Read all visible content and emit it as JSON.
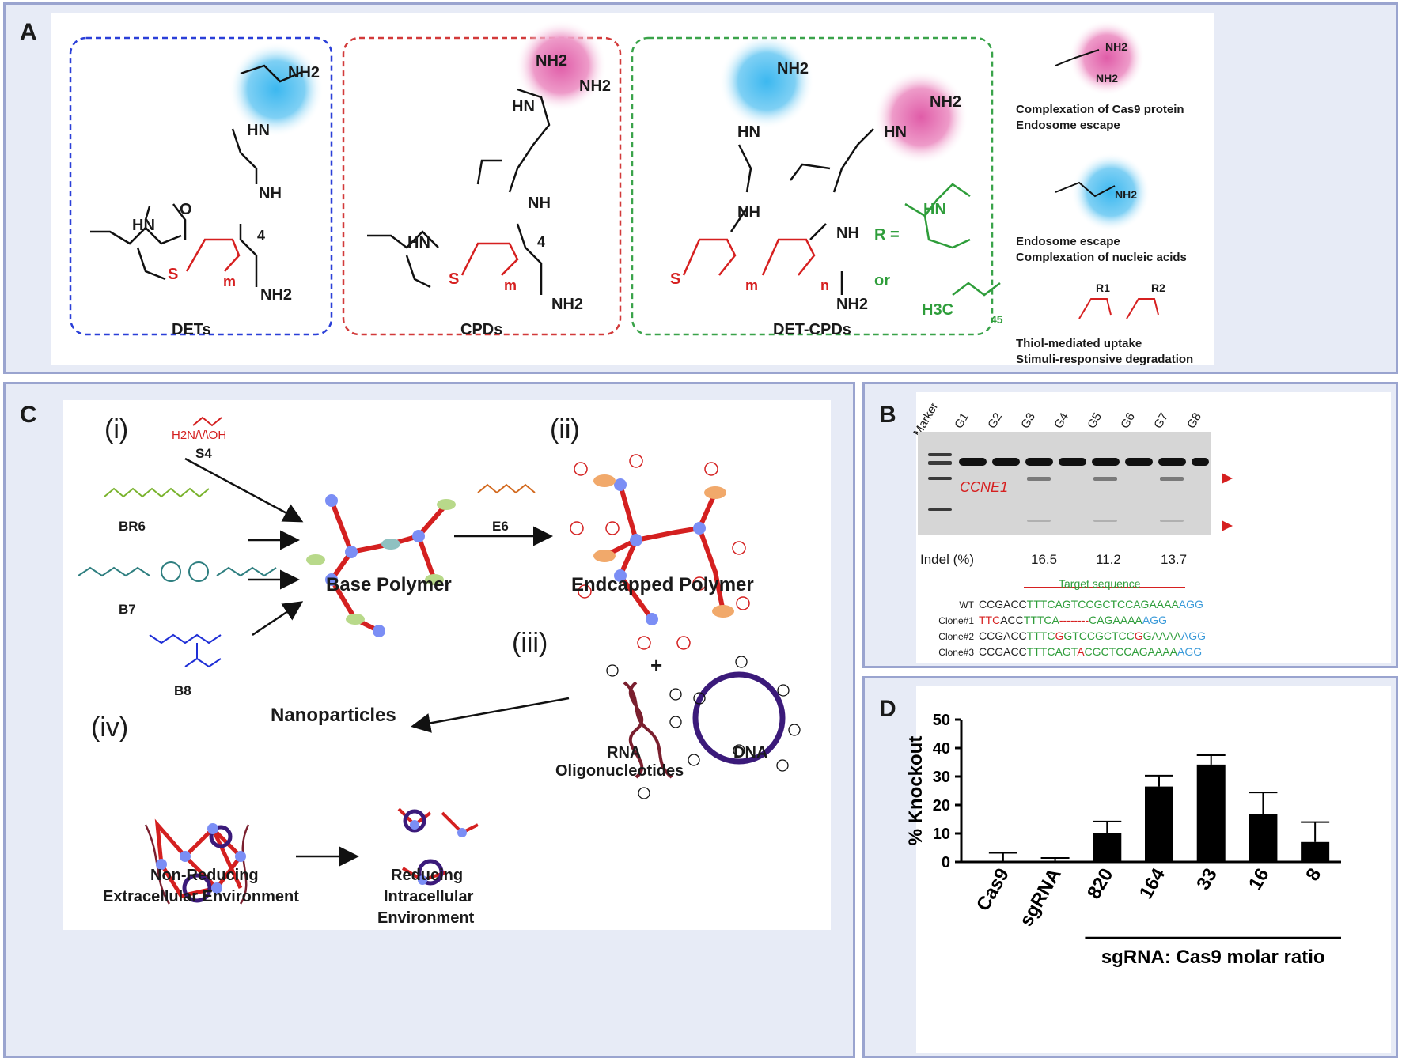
{
  "panel_labels": {
    "a": "A",
    "b": "B",
    "c": "C",
    "d": "D"
  },
  "panel_a": {
    "structures": [
      {
        "name": "DETs",
        "color": "#2a3fd8"
      },
      {
        "name": "CPDs",
        "color": "#d23a3a"
      },
      {
        "name": "DET-CPDs",
        "color": "#3aa34a"
      }
    ],
    "atoms": {
      "nh2": "NH2",
      "hn": "HN",
      "nh": "NH",
      "o": "O",
      "s": "S",
      "m": "m",
      "n": "n",
      "four": "4",
      "r_eq": "R =",
      "or": "or",
      "h3c": "H3C",
      "forty_five": "45",
      "r1": "R1",
      "r2": "R2"
    },
    "legend": [
      {
        "icon": "guanidinium-pink",
        "lines": [
          "Complexation of Cas9 protein",
          "Endosome escape"
        ]
      },
      {
        "icon": "ethylenediamine-blue",
        "lines": [
          "Endosome escape",
          "Complexation of nucleic acids"
        ]
      },
      {
        "icon": "disulfide-backbone",
        "lines": [
          "Thiol-mediated uptake",
          "Stimuli-responsive degradation"
        ]
      }
    ]
  },
  "panel_b": {
    "marker": "Marker",
    "lanes": [
      "G1",
      "G2",
      "G3",
      "G4",
      "G5",
      "G6",
      "G7",
      "G8"
    ],
    "gene_label": "CCNE1",
    "indel_label": "Indel (%)",
    "indel_values": [
      {
        "lane": "G3",
        "value": "16.5"
      },
      {
        "lane": "G5",
        "value": "11.2"
      },
      {
        "lane": "G7",
        "value": "13.7"
      }
    ],
    "target_label": "Target sequence",
    "sequences": [
      {
        "name": "WT",
        "parts": [
          [
            "CCGACC",
            "#222"
          ],
          [
            "TTTCAGTCCGCTCCAGAAAA",
            "#2e9d3a"
          ],
          [
            "AGG",
            "#3a9ad9"
          ]
        ]
      },
      {
        "name": "Clone#1",
        "parts": [
          [
            "TTC",
            "#d62020"
          ],
          [
            "ACC",
            "#222"
          ],
          [
            "TTTCA",
            "#2e9d3a"
          ],
          [
            "--------",
            "#d62020"
          ],
          [
            "CAGAAAA",
            "#2e9d3a"
          ],
          [
            "AGG",
            "#3a9ad9"
          ]
        ]
      },
      {
        "name": "Clone#2",
        "parts": [
          [
            "CCGACC",
            "#222"
          ],
          [
            "TTTC",
            "#2e9d3a"
          ],
          [
            "G",
            "#d62020"
          ],
          [
            "GTCCGCTCC",
            "#2e9d3a"
          ],
          [
            "G",
            "#d62020"
          ],
          [
            "GAAAA",
            "#2e9d3a"
          ],
          [
            "AGG",
            "#3a9ad9"
          ]
        ]
      },
      {
        "name": "Clone#3",
        "parts": [
          [
            "CCGACC",
            "#222"
          ],
          [
            "TTTCAGT",
            "#2e9d3a"
          ],
          [
            "A",
            "#d62020"
          ],
          [
            "CGCTCCAGAAAA",
            "#2e9d3a"
          ],
          [
            "AGG",
            "#3a9ad9"
          ]
        ]
      }
    ]
  },
  "panel_c": {
    "steps": [
      "(i)",
      "(ii)",
      "(iii)",
      "(iv)"
    ],
    "monomers": [
      {
        "name": "S4",
        "formula": "H2N/\\/\\OH",
        "color": "#d41f1f"
      },
      {
        "name": "BR6",
        "color": "#7ab32e"
      },
      {
        "name": "B7",
        "color": "#2f7f80"
      },
      {
        "name": "B8",
        "color": "#1f2fd6"
      },
      {
        "name": "E6",
        "color": "#d2691e"
      }
    ],
    "labels": {
      "base": "Base Polymer",
      "endcapped": "Endcapped Polymer",
      "nanoparticles": "Nanoparticles",
      "rna": [
        "RNA",
        "Oligonucleotides"
      ],
      "dna": "DNA",
      "plus": "+",
      "nonreducing": [
        "Non-Reducing",
        "Extracellular Environment"
      ],
      "reducing": [
        "Reducing",
        "Intracellular",
        "Environment"
      ]
    }
  },
  "chart_data": {
    "type": "bar",
    "ylabel": "% Knockout",
    "xlabel": "sgRNA: Cas9 molar ratio",
    "categories": [
      "Cas9",
      "sgRNA",
      "820",
      "164",
      "33",
      "16",
      "8"
    ],
    "values": [
      0,
      0,
      10.2,
      26.5,
      34.2,
      16.8,
      7.0
    ],
    "errors": [
      3.2,
      1.4,
      4.0,
      3.8,
      3.3,
      7.6,
      7.0
    ],
    "ylim": [
      0,
      50
    ],
    "yticks": [
      0,
      10,
      20,
      30,
      40,
      50
    ],
    "bar_color": "#000000"
  }
}
